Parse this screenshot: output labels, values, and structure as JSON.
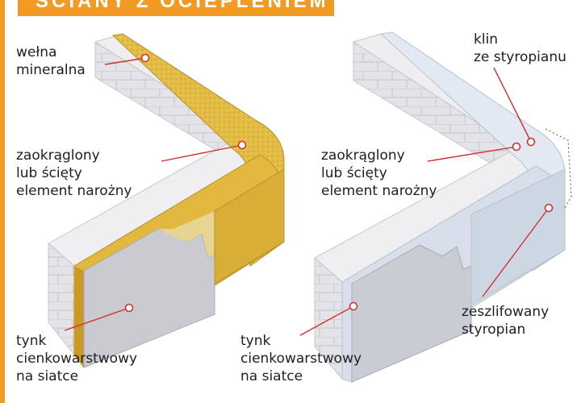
{
  "header": {
    "title": "ŚCIANY Z OCIEPLENIEM"
  },
  "left_diagram": {
    "label_insulation": "wełna\nmineralna",
    "label_corner": "zaokrąglony\nlub ścięty\nelement narożny",
    "label_render": "tynk\ncienkowarstwowy\nna siatce"
  },
  "right_diagram": {
    "label_wedge": "klin\nze styropianu",
    "label_corner": "zaokrąglony\nlub ścięty\nelement narożny",
    "label_sanded": "zeszlifowany\nstyropian",
    "label_render": "tynk\ncienkowarstwowy\nna siatce"
  },
  "colors": {
    "accent": "#f29a23",
    "wool": "#e5bf45",
    "wool_dark": "#c89a23",
    "block": "#e2e2e6",
    "eps": "#dde5ef",
    "render": "#cfd1d6",
    "leader": "#d0312d"
  }
}
